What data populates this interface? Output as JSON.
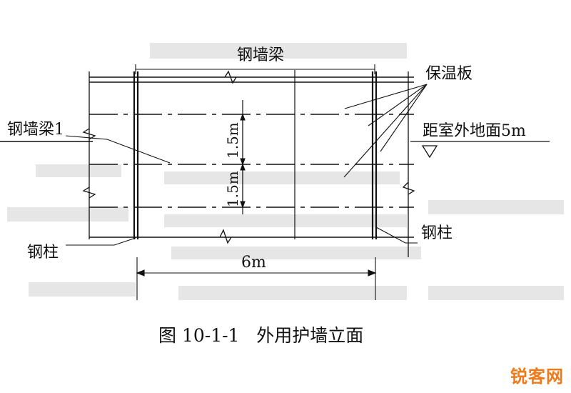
{
  "labels": {
    "steel_wall_beam": "钢墙梁",
    "steel_wall_beam_1": "钢墙梁1",
    "insulation_board": "保温板",
    "height_above_ground": "距室外地面5m",
    "steel_column_left": "钢柱",
    "steel_column_right": "钢柱",
    "spacing_upper": "1.5m",
    "spacing_lower": "1.5m",
    "span": "6m"
  },
  "caption": "图 10-1-1   外用护墙立面",
  "watermark": "锐客网"
}
